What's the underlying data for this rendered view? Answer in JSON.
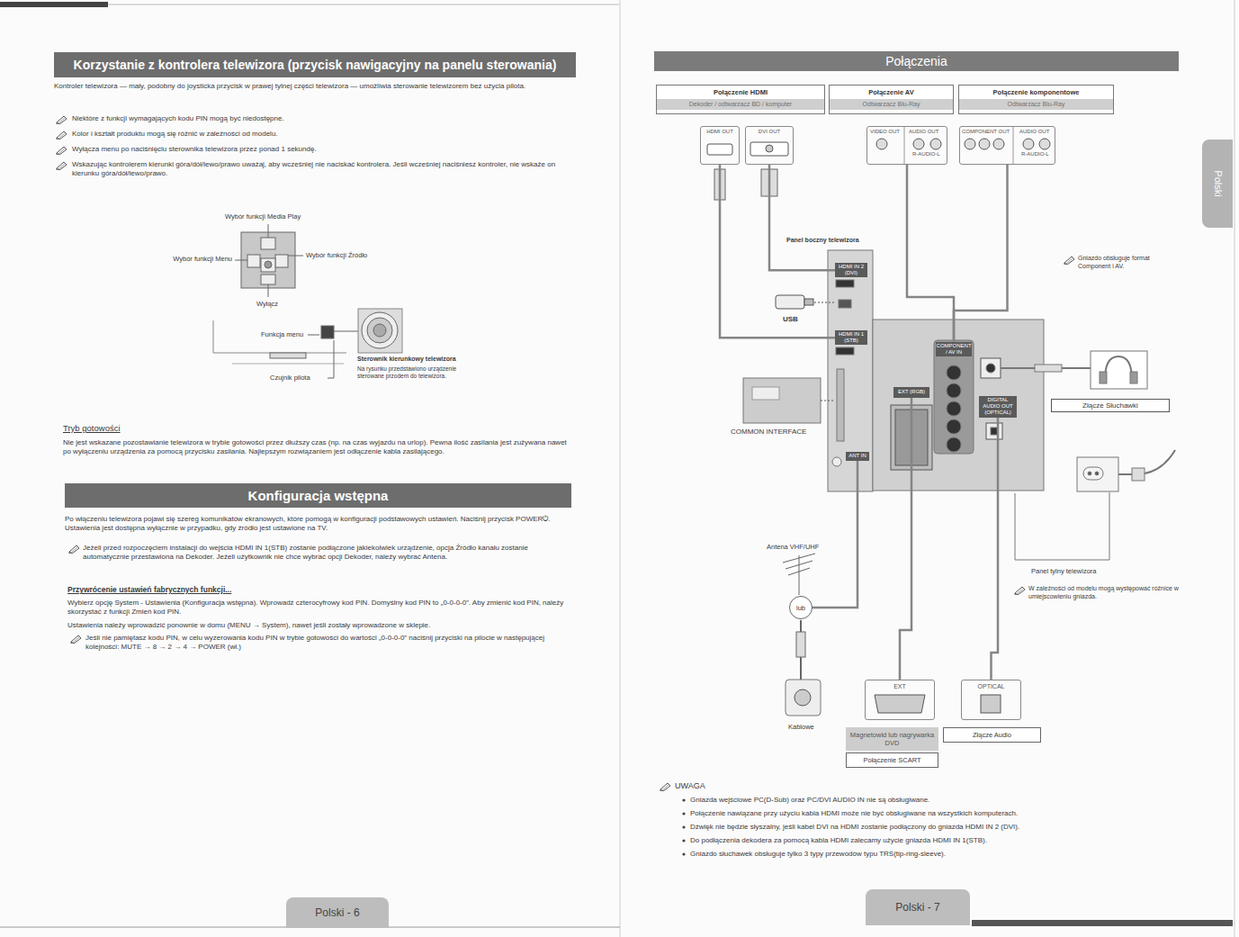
{
  "diagram": {
    "nodes": [
      {
        "text": [
          "Korzystanie z kontrolera telewizora (przycisk nawigacyjny na panelu sterowania)"
        ]
      },
      {
        "text": [
          "Konfiguracja wstępna"
        ]
      },
      {
        "text": [
          "Polski - 6"
        ]
      },
      {
        "text": [
          "Połączenia"
        ]
      },
      {
        "text": [
          "Polski"
        ]
      },
      {
        "text": [
          "Połączenie HDMI",
          "Dekoder / odtwarzacz BD / komputer"
        ]
      },
      {
        "text": [
          "Połączenie AV",
          "Odtwarzacz Blu-Ray"
        ]
      },
      {
        "text": [
          "Połączenie komponentowe",
          "Odtwarzacz Blu-Ray"
        ]
      },
      {
        "text": [
          "HDMI OUT"
        ]
      },
      {
        "text": [
          "DVI OUT"
        ]
      },
      {
        "text": [
          "VIDEO OUT",
          "AUDIO OUT",
          "R-AUDIO-L"
        ]
      },
      {
        "text": [
          "COMPONENT OUT",
          "AUDIO OUT",
          "R-AUDIO-L"
        ]
      },
      {
        "text": [
          "HDMI IN 2 (DVI)"
        ]
      },
      {
        "text": [
          "HDMI IN 1 (STB)"
        ]
      },
      {
        "text": [
          "ANT IN"
        ]
      },
      {
        "text": [
          "COMPONENT / AV IN"
        ]
      },
      {
        "text": [
          "EXT (RGB)"
        ]
      },
      {
        "text": [
          "DIGITAL AUDIO OUT (OPTICAL)"
        ]
      },
      {
        "text": [
          "Złącze Słuchawki"
        ]
      },
      {
        "text": [
          "lub"
        ]
      },
      {
        "text": [
          "EXT"
        ]
      },
      {
        "text": [
          "OPTICAL"
        ]
      },
      {
        "text": [
          "Magnetowid lub nagrywarka DVD"
        ]
      },
      {
        "text": [
          "Połączenie SCART"
        ]
      },
      {
        "text": [
          "Złącze Audio"
        ]
      },
      {
        "text": [
          "Polski - 7"
        ]
      }
    ],
    "edges": [
      {
        "from": 8,
        "to": 13,
        "arrow": "none"
      },
      {
        "from": 9,
        "to": 12,
        "arrow": "none"
      },
      {
        "from": 10,
        "to": 15,
        "arrow": "none"
      },
      {
        "from": 11,
        "to": 15,
        "arrow": "none"
      },
      {
        "from": 20,
        "to": 16,
        "arrow": "none"
      },
      {
        "from": 21,
        "to": 17,
        "arrow": "none"
      },
      {
        "from": 14,
        "to": 19,
        "arrow": "none"
      }
    ],
    "labels": [
      "Kontroler telewizora — mały, podobny do joysticka przycisk w prawej tylnej części telewizora — umożliwia sterowanie telewizorem bez użycia pilota.",
      "Niektóre z funkcji wymagających kodu PIN mogą być niedostępne.",
      "Kolor i kształt produktu mogą się różnić w zależności od modelu.",
      "Wyłącza menu po naciśnięciu sterownika telewizora przez ponad 1 sekundę.",
      "Wskazując kontrolerem kierunki góra/dół/lewo/prawo uważaj, aby wcześniej nie naciskać kontrolera. Jeśli wcześniej naciśniesz kontroler, nie wskaże on kierunku góra/dół/lewo/prawo.",
      "Wybór funkcji Media Play",
      "Wybór funkcji Menu",
      "Wybór funkcji Źródło",
      "Wyłącz",
      "Funkcja menu",
      "Czujnik pilota",
      "Sterownik kierunkowy telewizora",
      "Na rysunku przedstawiono urządzenie sterowane przodem do telewizora.",
      "Tryb gotowości",
      "Nie jest wskazane pozostawianie telewizora w trybie gotowości przez dłuższy czas (np. na czas wyjazdu na urlop). Pewna ilość zasilania jest zużywana nawet po wyłączeniu urządzenia za pomocą przycisku zasilania. Najlepszym rozwiązaniem jest odłączenie kabla zasilającego.",
      "Po włączeniu telewizora pojawi się szereg komunikatów ekranowych, które pomogą w konfiguracji podstawowych ustawień. Naciśnij przycisk POWER⏻. Ustawienia jest dostępna wyłącznie w przypadku, gdy źródło jest ustawione na TV.",
      "Jeżeli przed rozpoczęciem instalacji do wejścia HDMI IN 1(STB) zostanie podłączone jakiekolwiek urządzenie, opcja Źródło kanału zostanie automatycznie przestawiona na Dekoder. Jeżeli użytkownik nie chce wybrać opcji Dekoder, należy wybrać Antena.",
      "Przywrócenie ustawień fabrycznych funkcji...",
      "Wybierz opcję System - Ustawienia (Konfiguracja wstępna). Wprowadź czterocyfrowy kod PIN. Domyślny kod PIN to „0-0-0-0”. Aby zmienić kod PIN, należy skorzystać z funkcji Zmień kod PIN.",
      "Ustawienia należy wprowadzić ponownie w domu (MENU → System), nawet jeśli zostały wprowadzone w sklepie.",
      "Jeśli nie pamiętasz kodu PIN, w celu wyzerowania kodu PIN w trybie gotowości do wartości „0-0-0-0” naciśnij przyciski na pilocie w następującej kolejności: MUTE → 8 → 2 → 4 → POWER (wł.)",
      "Panel boczny telewizora",
      "USB",
      "COMMON INTERFACE",
      "Gniazdo obsługuje format Component i AV.",
      "Antena VHF/UHF",
      "Kablowe",
      "Panel tylny telewizora",
      "W zależności od modelu mogą występować różnice w umiejscowieniu gniazda.",
      "UWAGA",
      "Gniazda wejściowe PC(D-Sub) oraz PC/DVI AUDIO IN nie są obsługiwane.",
      "Połączenie nawiązane przy użyciu kabla HDMI może nie być obsługiwane na wszystkich komputerach.",
      "Dźwięk nie będzie słyszalny, jeśli kabel DVI na HDMI zostanie podłączony do gniazda HDMI IN 2 (DVI).",
      "Do podłączenia dekodera za pomocą kabla HDMI zalecamy użycie gniazda HDMI IN 1(STB).",
      "Gniazdo słuchawek obsługuje tylko 3 typy przewodów typu TRS(tip-ring-sleeve)."
    ]
  }
}
